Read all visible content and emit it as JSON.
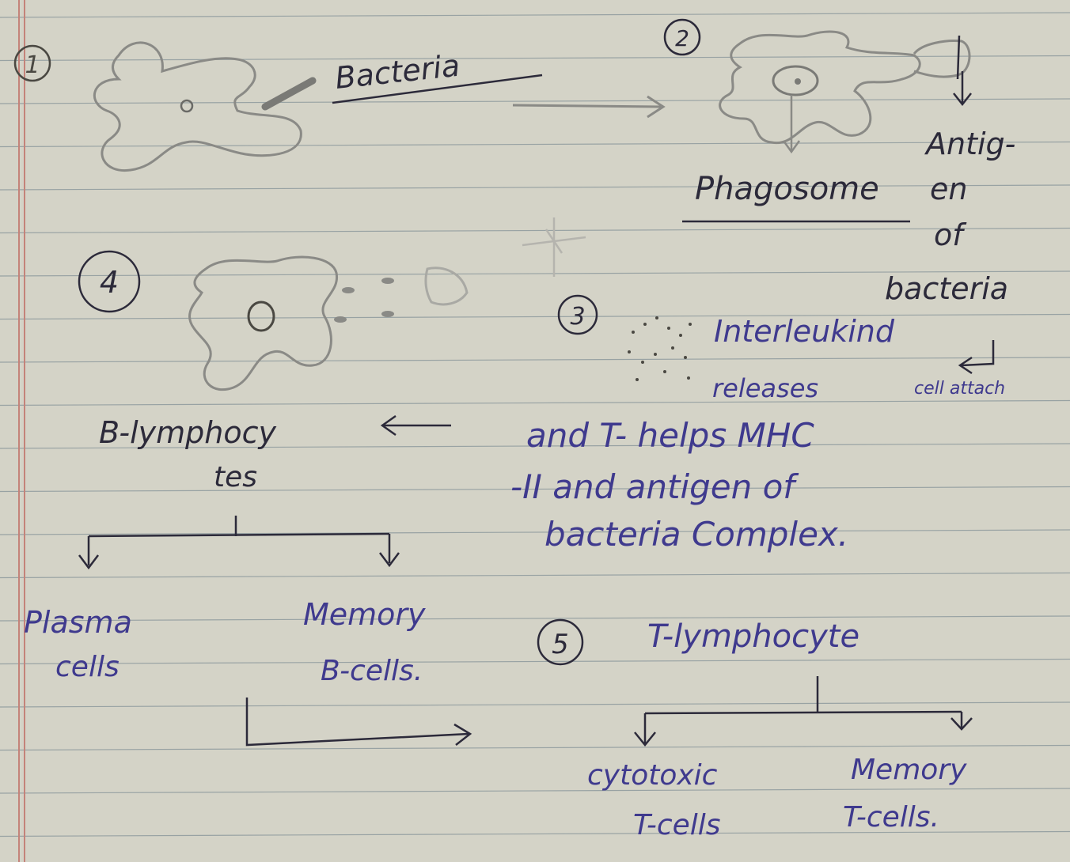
{
  "colors": {
    "paper": "#d4d3c7",
    "rule_line": "#7f8e95",
    "margin_line": "#c4837a",
    "pencil": "#8a8a86",
    "dark_ink": "#2c2a3a",
    "blue_ink": "#3f3a8e"
  },
  "steps": {
    "step1": {
      "number": "1",
      "label": "Bacteria"
    },
    "step2": {
      "number": "2",
      "label": "Phagosome",
      "antigen_label_1": "Antig-",
      "antigen_label_2": "en",
      "antigen_label_3": "of",
      "antigen_label_4": "bacteria"
    },
    "step3": {
      "number": "3",
      "line1": "Interleukind",
      "line2": "releases",
      "annotation": "cell attach",
      "line3": "and T- helps MHC",
      "line4": "-II and antigen of",
      "line5": "bacteria Complex."
    },
    "step4": {
      "number": "4",
      "label_1": "B-lymphocy",
      "label_2": "tes"
    },
    "step5": {
      "number": "5",
      "label": "T-lymphocyte"
    }
  },
  "branches": {
    "b_cells": {
      "left": "Plasma",
      "left_2": "cells",
      "right": "Memory",
      "right_2": "B-cells."
    },
    "t_cells": {
      "left": "cytotoxic",
      "left_2": "T-cells",
      "right": "Memory",
      "right_2": "T-cells."
    }
  }
}
